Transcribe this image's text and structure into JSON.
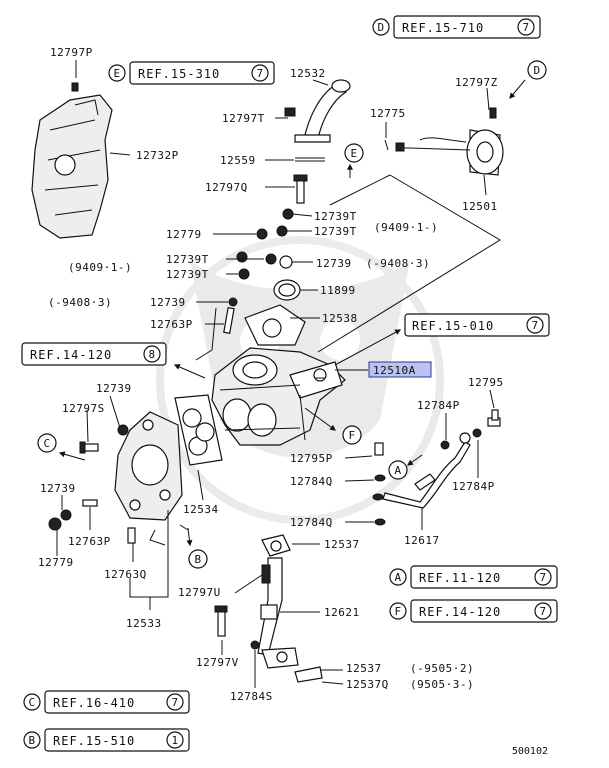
{
  "references": [
    {
      "letter": "D",
      "text": "REF.15-710",
      "num": "7"
    },
    {
      "letter": "E",
      "text": "REF.15-310",
      "num": "7"
    },
    {
      "letter": "",
      "text": "REF.15-010",
      "num": "7"
    },
    {
      "letter": "",
      "text": "REF.14-120",
      "num": "8"
    },
    {
      "letter": "A",
      "text": "REF.11-120",
      "num": "7"
    },
    {
      "letter": "F",
      "text": "REF.14-120",
      "num": "7"
    },
    {
      "letter": "C",
      "text": "REF.16-410",
      "num": "7"
    },
    {
      "letter": "B",
      "text": "REF.15-510",
      "num": "1"
    }
  ],
  "parts": {
    "p12797P": "12797P",
    "p12732P": "12732P",
    "p12532": "12532",
    "p12797T": "12797T",
    "p12559": "12559",
    "p12797Q": "12797Q",
    "p12775": "12775",
    "p12797Z": "12797Z",
    "p12501": "12501",
    "p12739T_a": "12739T",
    "p12739T_b": "12739T",
    "p12779_a": "12779",
    "p12739T_c": "12739T",
    "p12739T_d": "12739T",
    "p12739_a": "12739",
    "p11899": "11899",
    "p12739_b": "12739",
    "p12763P_a": "12763P",
    "p12538": "12538",
    "p12510A": "12510A",
    "p12739_c": "12739",
    "p12797S": "12797S",
    "p12795": "12795",
    "p12784P_a": "12784P",
    "p12795P": "12795P",
    "p12784Q_a": "12784Q",
    "p12784P_b": "12784P",
    "p12739_d": "12739",
    "p12534": "12534",
    "p12784Q_b": "12784Q",
    "p12537_a": "12537",
    "p12617": "12617",
    "p12763P_b": "12763P",
    "p12779_b": "12779",
    "p12763Q": "12763Q",
    "p12797U": "12797U",
    "p12621": "12621",
    "p12533": "12533",
    "p12797V": "12797V",
    "p12537_b": "12537",
    "p12537Q": "12537Q",
    "p12784S": "12784S"
  },
  "notes": {
    "n9409_1_a": "(9409·1-)",
    "n9409_1_b": "(9409·1-)",
    "n9408_3_a": "(-9408·3)",
    "n9408_3_b": "(-9408·3)",
    "n9505_2": "(-9505·2)",
    "n9505_3": "(9505·3-)"
  },
  "letters": {
    "D": "D",
    "E": "E",
    "C": "C",
    "F": "F",
    "A": "A",
    "B": "B"
  },
  "diagram_id": "500102",
  "colors": {
    "highlight": "#b9c3ee",
    "ink": "#111111"
  }
}
